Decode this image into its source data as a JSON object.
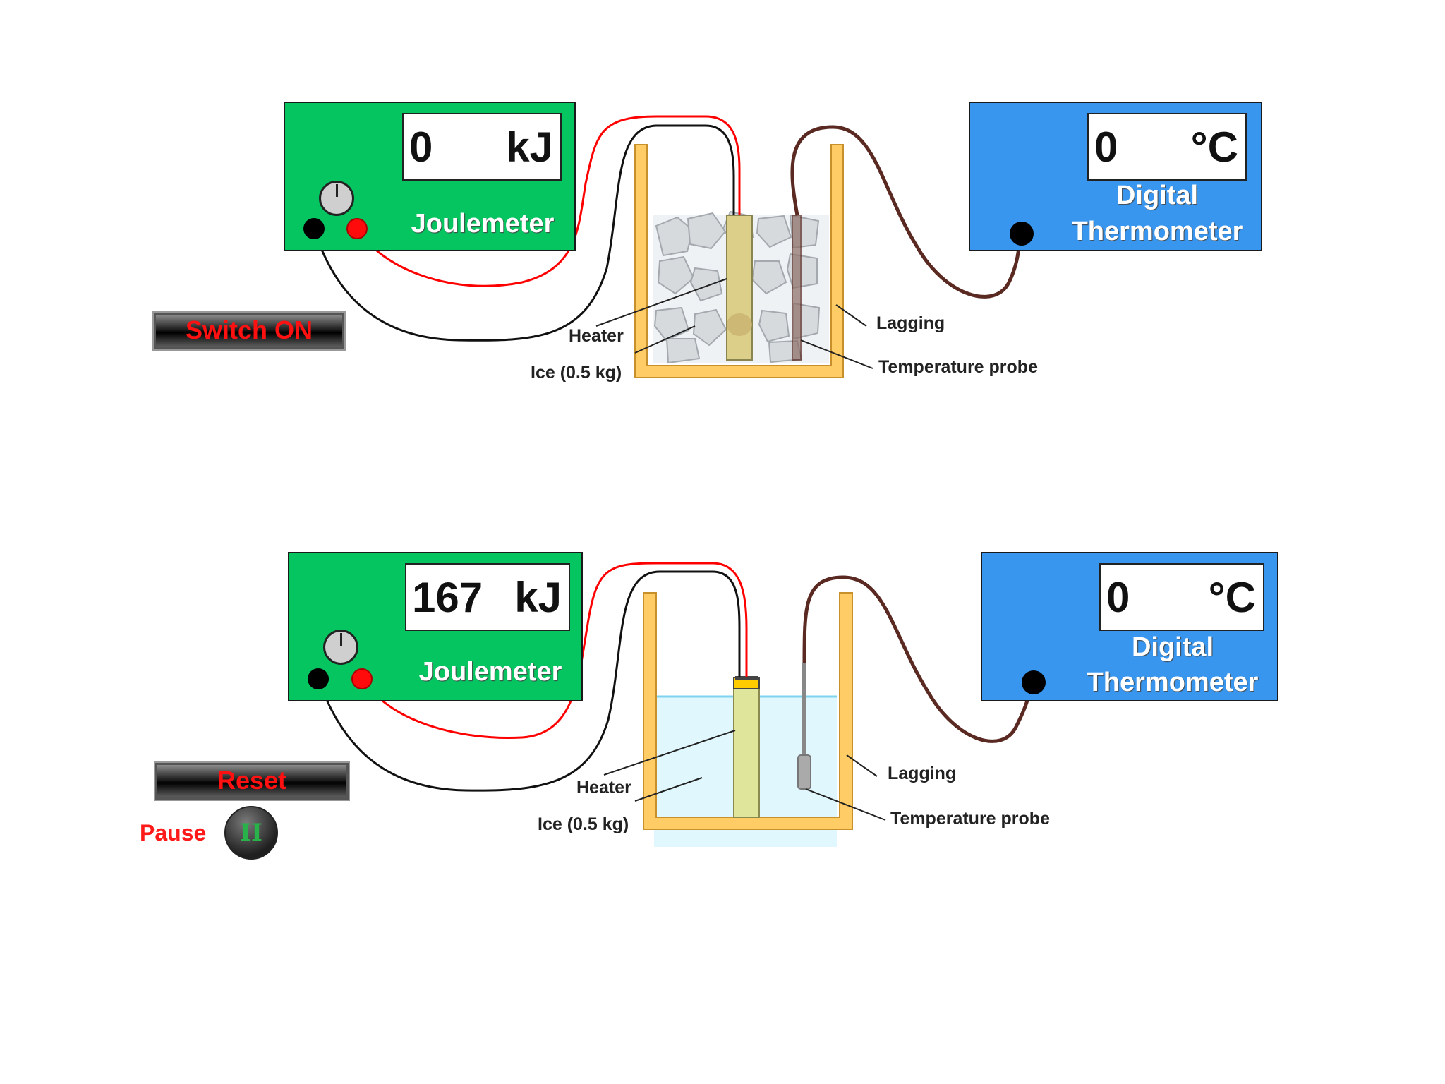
{
  "panels": [
    {
      "id": "before",
      "joulemeter": {
        "value": "0",
        "unit": "kJ",
        "label": "Joulemeter"
      },
      "thermometer": {
        "value": "0",
        "unit": "°C",
        "label_line1": "Digital",
        "label_line2": "Thermometer"
      },
      "button": {
        "label": "Switch ON"
      },
      "labels": {
        "heater": "Heater",
        "ice": "Ice (0.5 kg)",
        "lagging": "Lagging",
        "probe": "Temperature probe"
      },
      "contents": "ice"
    },
    {
      "id": "after",
      "joulemeter": {
        "value": "167",
        "unit": "kJ",
        "label": "Joulemeter"
      },
      "thermometer": {
        "value": "0",
        "unit": "°C",
        "label_line1": "Digital",
        "label_line2": "Thermometer"
      },
      "button": {
        "label": "Reset"
      },
      "pause": {
        "label": "Pause",
        "icon_glyph": "II"
      },
      "labels": {
        "heater": "Heater",
        "ice": "Ice (0.5 kg)",
        "lagging": "Lagging",
        "probe": "Temperature probe"
      },
      "contents": "water"
    }
  ],
  "colors": {
    "joulemeter": "#05c561",
    "thermometer": "#3896ef",
    "lagging": "#ffcc66",
    "water": "#e0f7fd",
    "red_wire": "#ff0000",
    "probe_wire": "#5a2a22",
    "button_text": "#ff1111"
  }
}
